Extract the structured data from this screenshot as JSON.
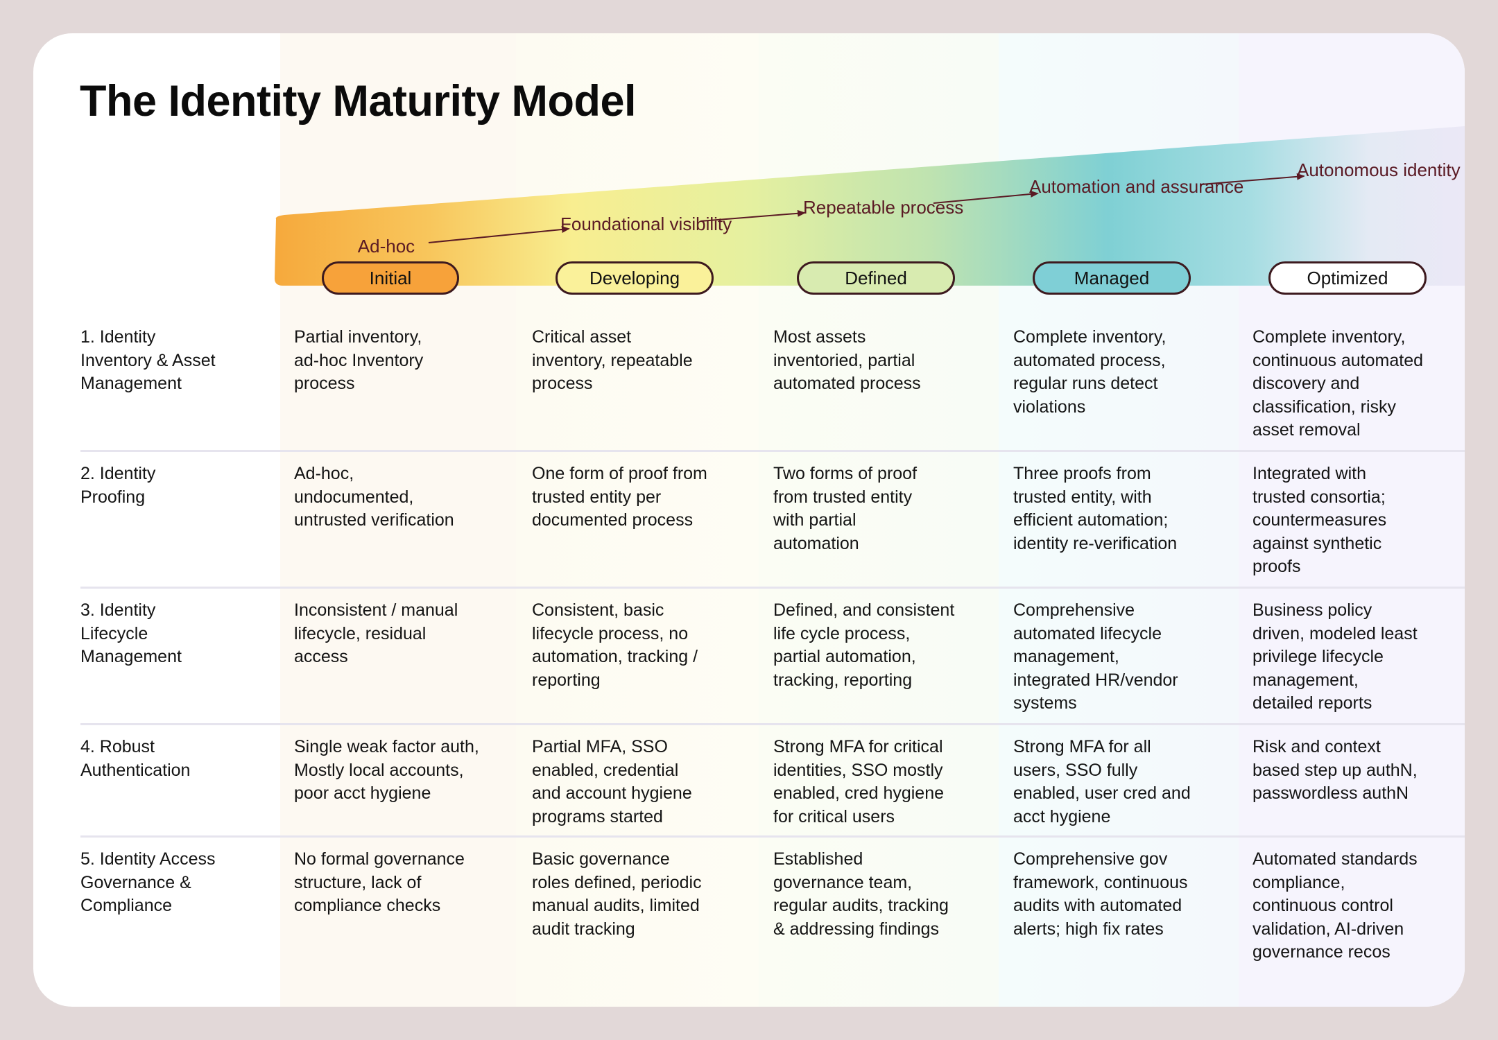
{
  "title": "The Identity Maturity Model",
  "stages": [
    {
      "label": "Ad-hoc",
      "level": "Initial"
    },
    {
      "label": "Foundational\nvisibility",
      "level": "Developing"
    },
    {
      "label": "Repeatable\nprocess",
      "level": "Defined"
    },
    {
      "label": "Automation and\nassurance",
      "level": "Managed"
    },
    {
      "label": "Autonomous\nidentity",
      "level": "Optimized"
    }
  ],
  "colors": {
    "initial": "#f7a23a",
    "developing": "#faf19a",
    "defined": "#d8ebb0",
    "managed": "#7fcfd6",
    "optimized": "#ffffff",
    "outline": "#3d1a1f",
    "label_text": "#5a1a24"
  },
  "dimensions": [
    {
      "name": "1. Identity\nInventory & Asset\nManagement",
      "cells": [
        "Partial inventory,\nad-hoc Inventory\nprocess",
        "Critical asset\ninventory, repeatable\nprocess",
        "Most assets\ninventoried, partial\nautomated process",
        "Complete inventory,\nautomated process,\nregular runs detect\nviolations",
        "Complete inventory,\ncontinuous automated\ndiscovery and\nclassification, risky\nasset removal"
      ]
    },
    {
      "name": "2. Identity\nProofing",
      "cells": [
        "Ad-hoc,\nundocumented,\nuntrusted verification",
        "One form of proof from\ntrusted entity per\ndocumented process",
        "Two forms of proof\nfrom trusted entity\nwith partial\nautomation",
        "Three proofs from\ntrusted entity, with\nefficient automation;\nidentity re-verification",
        "Integrated with\ntrusted consortia;\ncountermeasures\nagainst synthetic\nproofs"
      ]
    },
    {
      "name": "3. Identity\nLifecycle\nManagement",
      "cells": [
        "Inconsistent / manual\nlifecycle, residual\naccess",
        "Consistent, basic\nlifecycle process, no\nautomation, tracking /\nreporting",
        "Defined, and consistent\nlife cycle process,\npartial automation,\ntracking, reporting",
        "Comprehensive\nautomated lifecycle\nmanagement,\nintegrated HR/vendor\nsystems",
        "Business policy\ndriven, modeled least\nprivilege lifecycle\nmanagement,\ndetailed reports"
      ]
    },
    {
      "name": "4. Robust\nAuthentication",
      "cells": [
        "Single weak factor auth,\nMostly local accounts,\npoor acct hygiene",
        "Partial MFA, SSO\nenabled, credential\nand account hygiene\nprograms started",
        "Strong MFA for critical\nidentities, SSO mostly\nenabled, cred hygiene\nfor critical users",
        "Strong MFA for all\nusers, SSO fully\nenabled, user cred and\nacct hygiene",
        "Risk and context\nbased step up authN,\npasswordless authN"
      ]
    },
    {
      "name": "5. Identity Access\nGovernance &\nCompliance",
      "cells": [
        "No formal governance\nstructure, lack of\ncompliance checks",
        "Basic governance\nroles defined, periodic\nmanual audits, limited\naudit tracking",
        "Established\ngovernance team,\nregular audits, tracking\n& addressing findings",
        "Comprehensive gov\nframework, continuous\naudits with automated\nalerts; high fix rates",
        "Automated standards\ncompliance,\ncontinuous control\nvalidation, AI-driven\ngovernance recos"
      ]
    }
  ]
}
